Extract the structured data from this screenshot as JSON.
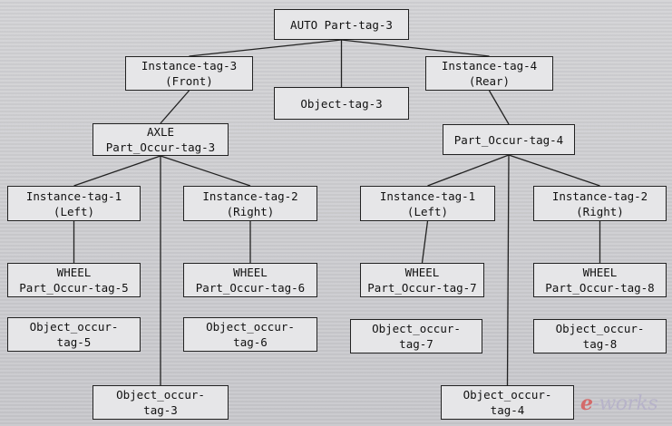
{
  "nodes": {
    "auto": {
      "lines": [
        "AUTO Part-tag-3"
      ]
    },
    "inst3": {
      "lines": [
        "Instance-tag-3",
        "(Front)"
      ]
    },
    "obj3": {
      "lines": [
        "Object-tag-3"
      ]
    },
    "inst4": {
      "lines": [
        "Instance-tag-4",
        "(Rear)"
      ]
    },
    "axle": {
      "lines": [
        "AXLE",
        "Part_Occur-tag-3"
      ]
    },
    "pocc4": {
      "lines": [
        "Part_Occur-tag-4"
      ]
    },
    "inst1_left_a": {
      "lines": [
        "Instance-tag-1",
        "(Left)"
      ]
    },
    "inst2_right_a": {
      "lines": [
        "Instance-tag-2",
        "(Right)"
      ]
    },
    "inst1_left_b": {
      "lines": [
        "Instance-tag-1",
        "(Left)"
      ]
    },
    "inst2_right_b": {
      "lines": [
        "Instance-tag-2",
        "(Right)"
      ]
    },
    "wheel5": {
      "lines": [
        "WHEEL",
        "Part_Occur-tag-5"
      ]
    },
    "wheel6": {
      "lines": [
        "WHEEL",
        "Part_Occur-tag-6"
      ]
    },
    "wheel7": {
      "lines": [
        "WHEEL",
        "Part_Occur-tag-7"
      ]
    },
    "wheel8": {
      "lines": [
        "WHEEL",
        "Part_Occur-tag-8"
      ]
    },
    "oocc5": {
      "lines": [
        "Object_occur-",
        "tag-5"
      ]
    },
    "oocc6": {
      "lines": [
        "Object_occur-",
        "tag-6"
      ]
    },
    "oocc7": {
      "lines": [
        "Object_occur-",
        "tag-7"
      ]
    },
    "oocc8": {
      "lines": [
        "Object_occur-",
        "tag-8"
      ]
    },
    "oocc3": {
      "lines": [
        "Object_occur-",
        "tag-3"
      ]
    },
    "oocc4": {
      "lines": [
        "Object_occur-",
        "tag-4"
      ]
    }
  },
  "links": [
    [
      "auto",
      "inst3"
    ],
    [
      "auto",
      "obj3"
    ],
    [
      "auto",
      "inst4"
    ],
    [
      "inst3",
      "axle"
    ],
    [
      "inst4",
      "pocc4"
    ],
    [
      "axle",
      "inst1_left_a"
    ],
    [
      "axle",
      "inst2_right_a"
    ],
    [
      "axle",
      "oocc3"
    ],
    [
      "pocc4",
      "inst1_left_b"
    ],
    [
      "pocc4",
      "inst2_right_b"
    ],
    [
      "pocc4",
      "oocc4"
    ],
    [
      "inst1_left_a",
      "wheel5"
    ],
    [
      "inst2_right_a",
      "wheel6"
    ],
    [
      "inst1_left_b",
      "wheel7"
    ],
    [
      "inst2_right_b",
      "wheel8"
    ]
  ],
  "watermark": {
    "e": "e",
    "rest": "-works"
  },
  "colors": {
    "line": "#222222",
    "box_fill": "#e6e6e8",
    "box_border": "#222222"
  }
}
